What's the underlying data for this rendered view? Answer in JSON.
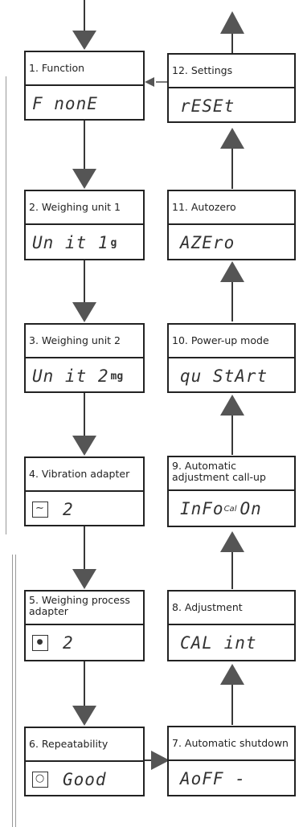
{
  "boxes": [
    {
      "id": "b1",
      "label": "1. Function",
      "value": "F  nonE"
    },
    {
      "id": "b2",
      "label": "2. Weighing unit 1",
      "value": "Un it  1",
      "sup": "g"
    },
    {
      "id": "b3",
      "label": "3. Weighing unit 2",
      "value": "Un it  2",
      "sup": "mg"
    },
    {
      "id": "b4",
      "label": "4. Vibration adapter",
      "value": "2",
      "icon": "tilde-icon"
    },
    {
      "id": "b5",
      "label": "5. Weighing process adapter",
      "value": "2",
      "icon": "drop-icon"
    },
    {
      "id": "b6",
      "label": "6. Repeatability",
      "value": "Good",
      "icon": "circle-icon"
    },
    {
      "id": "b7",
      "label": "7. Automatic shutdown",
      "value": "AoFF  -"
    },
    {
      "id": "b8",
      "label": "8. Adjustment",
      "value": "CAL   int"
    },
    {
      "id": "b9",
      "label": "9. Automatic adjustment call-up",
      "value": "InFo",
      "sup": "Cal",
      "value2": "On"
    },
    {
      "id": "b10",
      "label": "10. Power-up mode",
      "value": "qu StArt"
    },
    {
      "id": "b11",
      "label": "11. Autozero",
      "value": "AZEro"
    },
    {
      "id": "b12",
      "label": "12. Settings",
      "value": "rESEt"
    }
  ],
  "colors": {
    "line": "#222222",
    "arrow": "#555555",
    "faint_line": "#999999"
  }
}
